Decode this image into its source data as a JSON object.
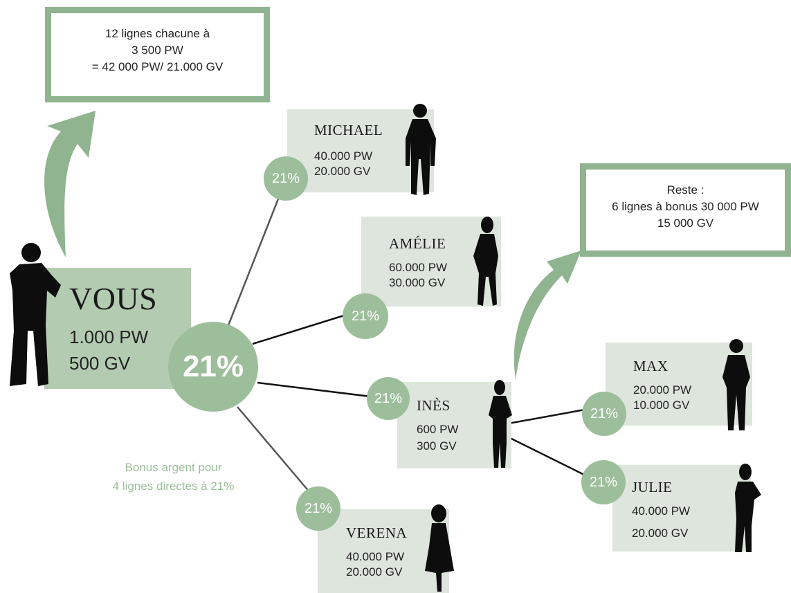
{
  "top_box": {
    "line1": "12 lignes chacune à",
    "line2": "3 500 PW",
    "line3": "= 42 000 PW/ 21.000 GV"
  },
  "rest_box": {
    "line1": "Reste :",
    "line2": "6 lignes à bonus  30 000 PW",
    "line3": "15 000 GV"
  },
  "you": {
    "name": "VOUS",
    "pw": "1.000 PW",
    "gv": "500 GV",
    "badge": "21%"
  },
  "bonus_note": {
    "line1": "Bonus argent pour",
    "line2": "4 lignes directes à 21%"
  },
  "members": {
    "michael": {
      "name": "MICHAEL",
      "pw": "40.000 PW",
      "gv": "20.000 GV",
      "badge": "21%"
    },
    "amelie": {
      "name": "AMÉLIE",
      "pw": "60.000 PW",
      "gv": "30.000 GV",
      "badge": "21%"
    },
    "ines": {
      "name": "INÈS",
      "pw": "600 PW",
      "gv": "300 GV",
      "badge": "21%"
    },
    "verena": {
      "name": "VERENA",
      "pw": "40.000 PW",
      "gv": "20.000 GV",
      "badge": "21%"
    },
    "max": {
      "name": "MAX",
      "pw": "20.000 PW",
      "gv": "10.000 GV",
      "badge": "21%"
    },
    "julie": {
      "name": "JULIE",
      "pw": "40.000 PW",
      "gv": "20.000 GV",
      "badge": "21%"
    }
  },
  "colors": {
    "accent": "#9dbe9b",
    "card": "#dde5dc",
    "border": "#8fb48f",
    "note": "#9dbe9b"
  },
  "icons": [
    "person-silhouette-icon",
    "arrow-curved-up-icon"
  ]
}
